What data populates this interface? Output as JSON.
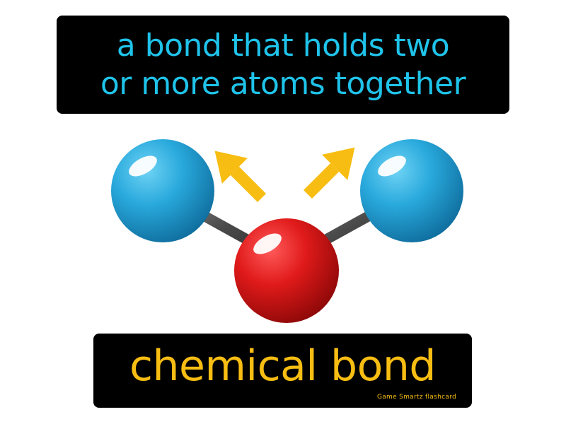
{
  "definition": {
    "line1": "a bond that holds two",
    "line2": "or more atoms together"
  },
  "term": {
    "text": "chemical bond",
    "credit": "Game Smartz flashcard"
  },
  "colors": {
    "definition_text": "#1fc3ea",
    "term_text": "#f7bd12",
    "box_background": "#000000",
    "outer_atom": "#29a9dc",
    "center_atom": "#e01a1a",
    "bond": "#555555",
    "arrow": "#f7bd12"
  },
  "illustration": {
    "icon": "molecule-icon",
    "outer_atoms": 2,
    "center_atoms": 1,
    "arrows": 2
  }
}
